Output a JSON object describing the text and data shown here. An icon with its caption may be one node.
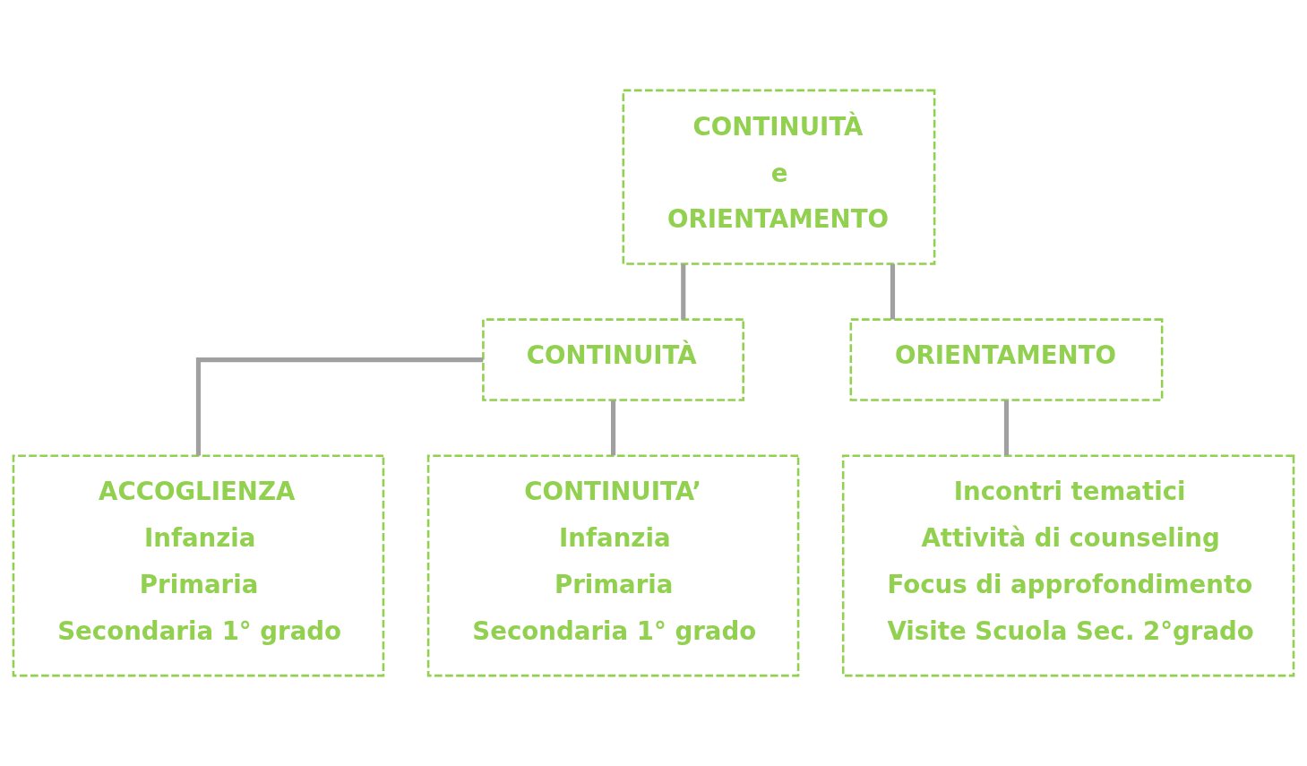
{
  "diagram": {
    "nodes": [
      {
        "text": [
          "CONTINUITÀ",
          "e",
          "ORIENTAMENTO"
        ]
      },
      {
        "text": [
          "CONTINUITÀ"
        ]
      },
      {
        "text": [
          "ORIENTAMENTO"
        ]
      },
      {
        "text": [
          "ACCOGLIENZA",
          "Infanzia",
          "Primaria",
          "Secondaria 1° grado"
        ]
      },
      {
        "text": [
          "CONTINUITA’",
          "Infanzia",
          "Primaria",
          "Secondaria 1° grado"
        ]
      },
      {
        "text": [
          "Incontri tematici",
          "Attività di counseling",
          "Focus di approfondimento",
          "Visite Scuola Sec. 2°grado"
        ]
      }
    ],
    "edges": [
      {
        "from": 0,
        "to": 1,
        "arrow": "none"
      },
      {
        "from": 0,
        "to": 2,
        "arrow": "none"
      },
      {
        "from": 1,
        "to": 3,
        "arrow": "none"
      },
      {
        "from": 1,
        "to": 4,
        "arrow": "none"
      },
      {
        "from": 2,
        "to": 5,
        "arrow": "none"
      }
    ]
  }
}
